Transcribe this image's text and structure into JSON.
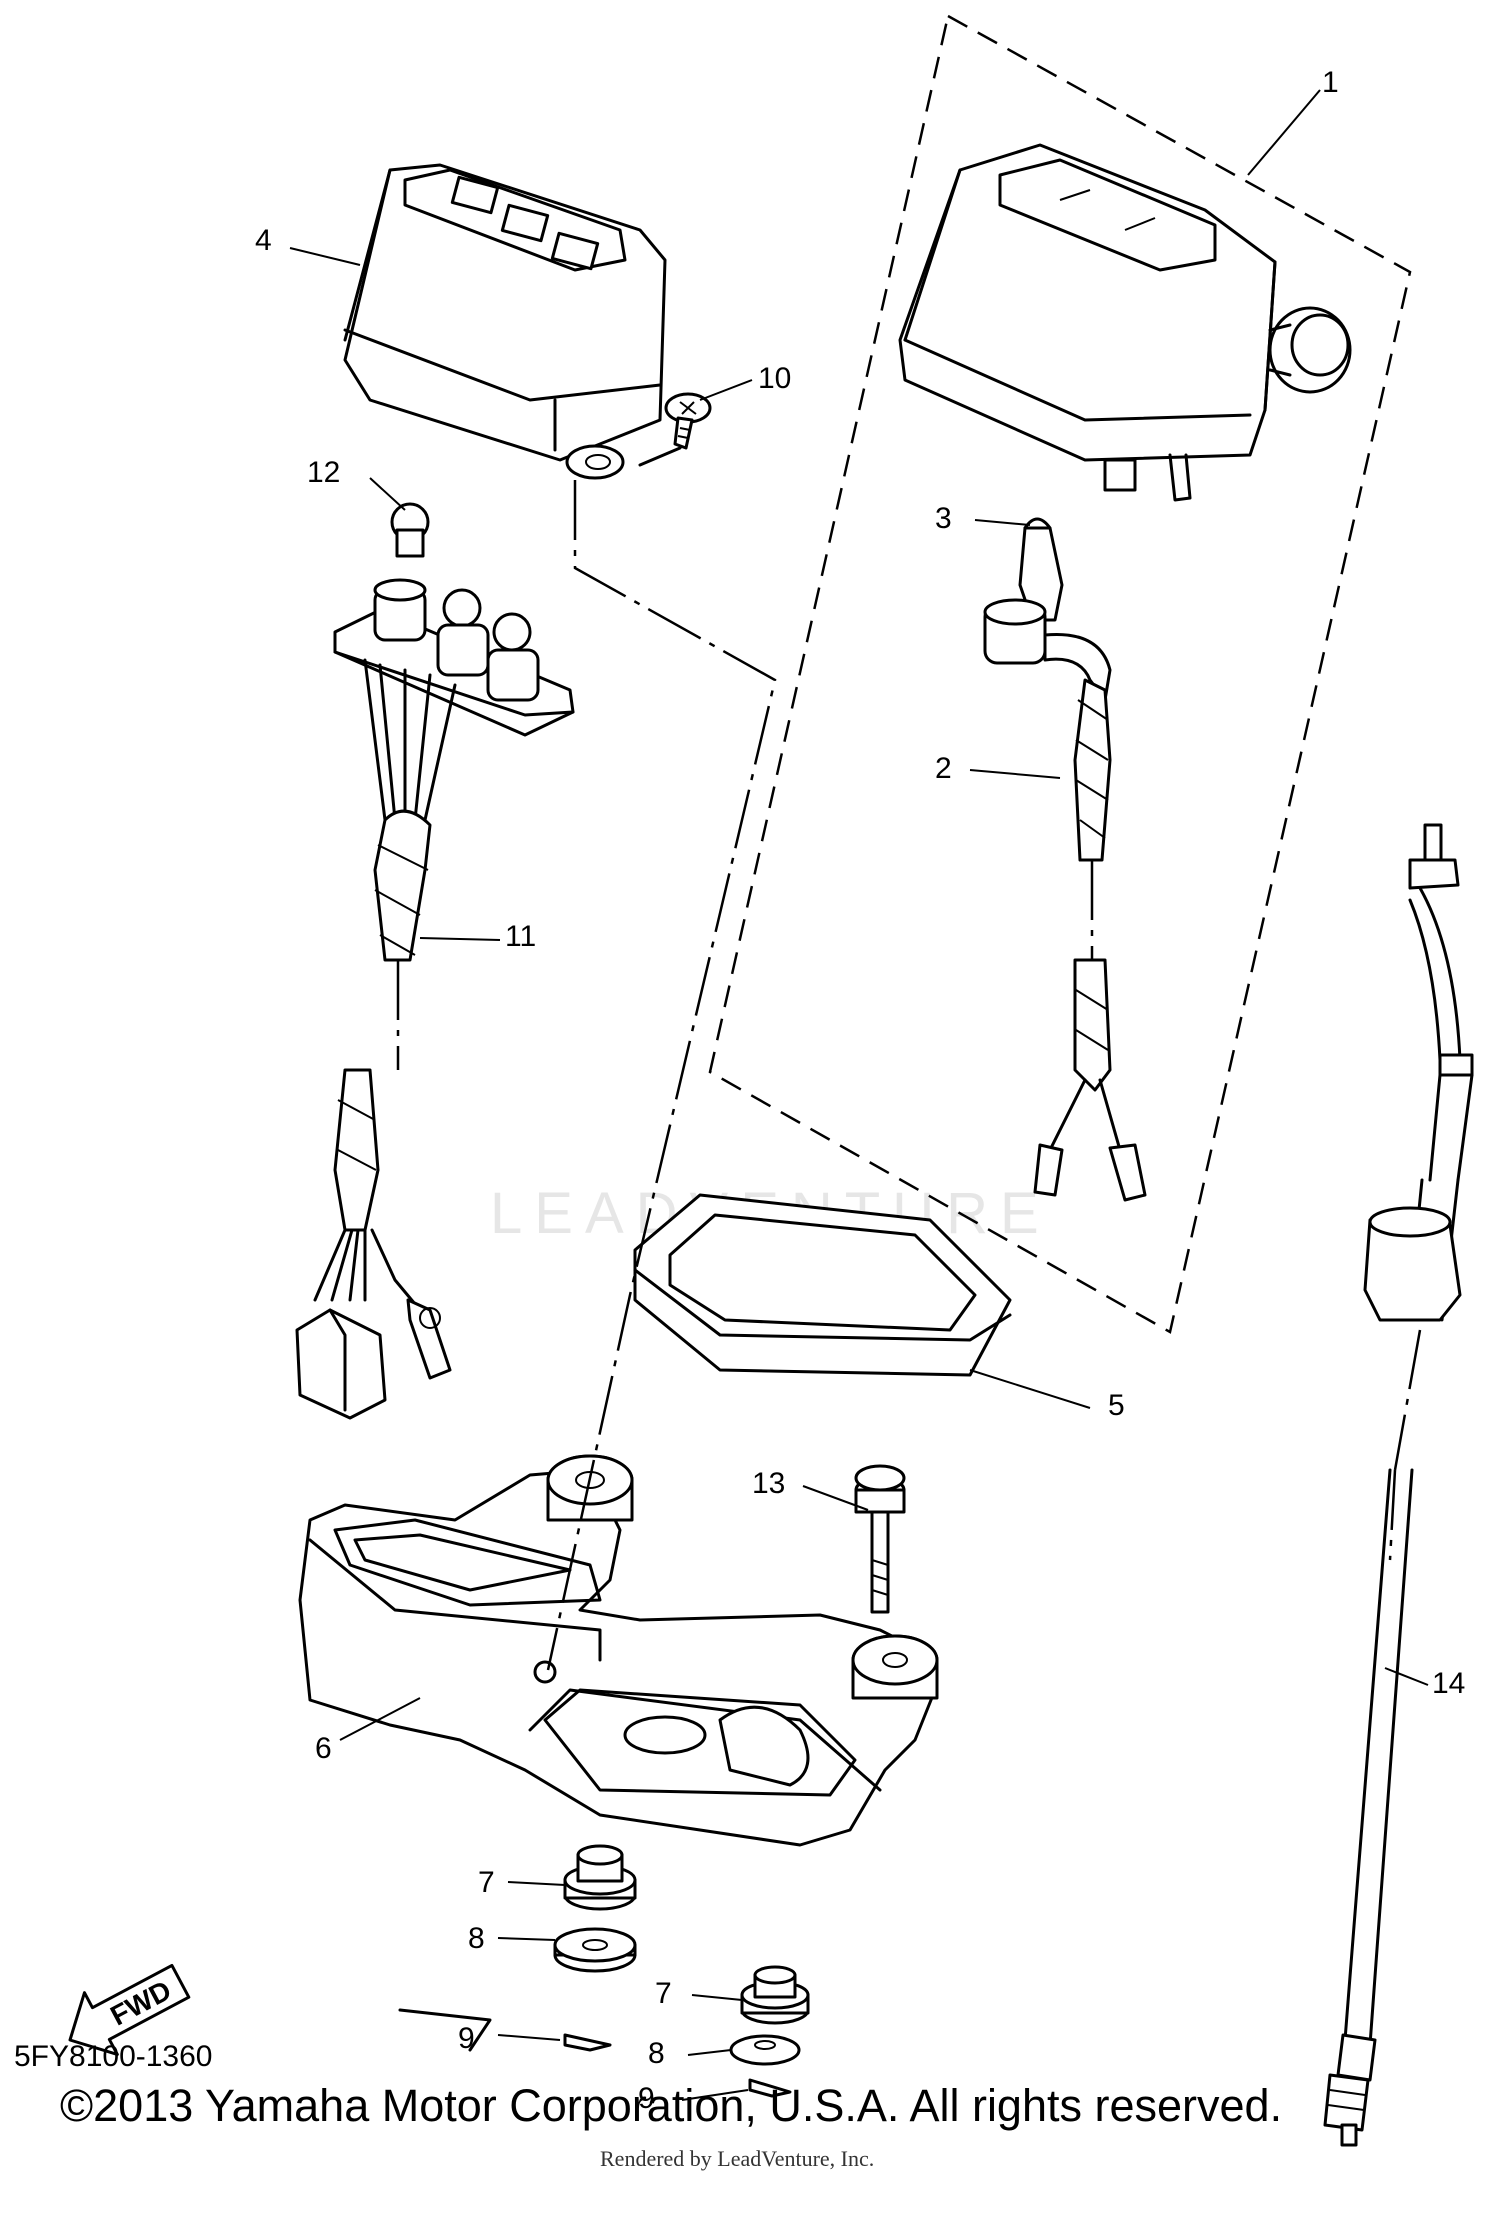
{
  "diagram": {
    "callouts": [
      "1",
      "2",
      "3",
      "4",
      "5",
      "6",
      "7",
      "8",
      "9",
      "10",
      "11",
      "12",
      "13",
      "14",
      "7",
      "8",
      "9"
    ],
    "fwd_label": "FWD",
    "part_code": "5FY8100-1360",
    "copyright": "©2013 Yamaha Motor Corporation, U.S.A. All rights reserved.",
    "rendered_by": "Rendered by LeadVenture, Inc.",
    "watermark": "LEADVENTURE"
  }
}
